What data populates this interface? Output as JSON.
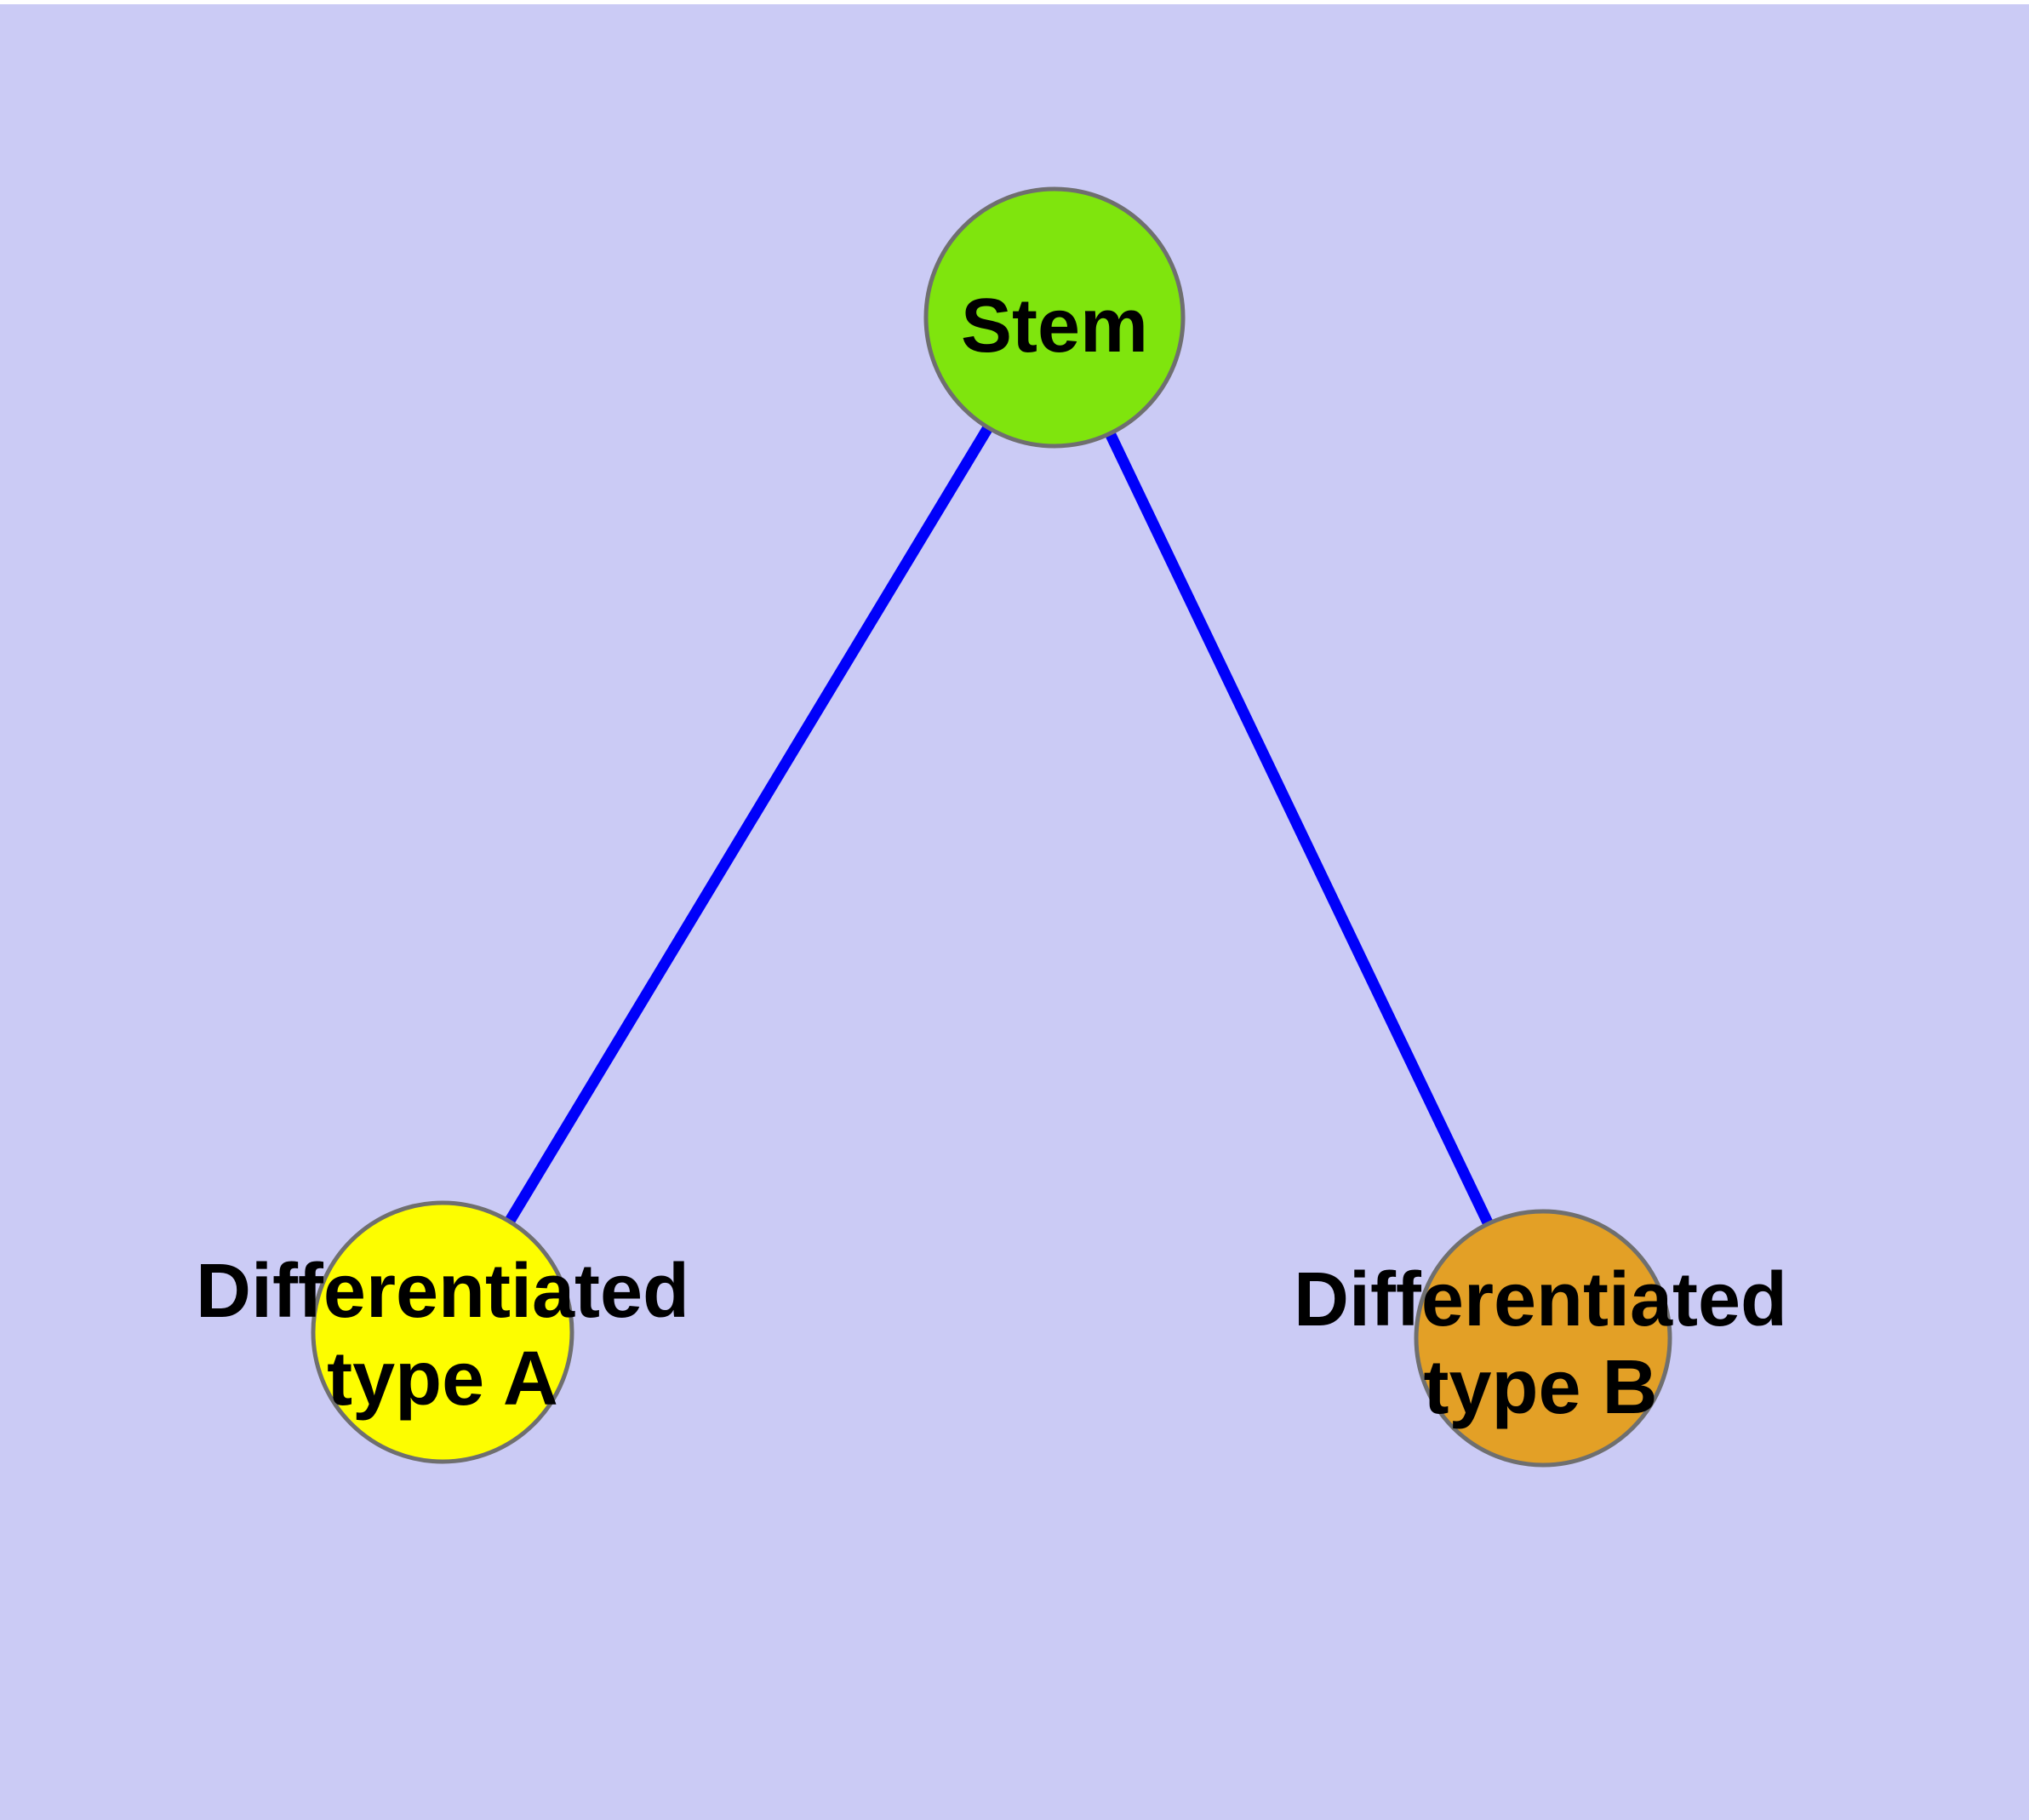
{
  "diagram": {
    "background_color": "#cbcbf5",
    "margin_color": "#ffffff",
    "edge_color": "#0000fa",
    "node_border_color": "#6f6f6f",
    "label_color": "#000000",
    "nodes": [
      {
        "id": "stem",
        "label": "Stem",
        "fill_color": "#7fe50d"
      },
      {
        "id": "differentiated-type-a",
        "label_line1": "Differentiated",
        "label_line2": "type A",
        "fill_color": "#fdfd00"
      },
      {
        "id": "differentiated-type-b",
        "label_line1": "Differentiated",
        "label_line2": "type B",
        "fill_color": "#e3a026"
      }
    ],
    "edges": [
      {
        "from": "Stem",
        "to": "Differentiated type A"
      },
      {
        "from": "Stem",
        "to": "Differentiated type B"
      }
    ]
  }
}
